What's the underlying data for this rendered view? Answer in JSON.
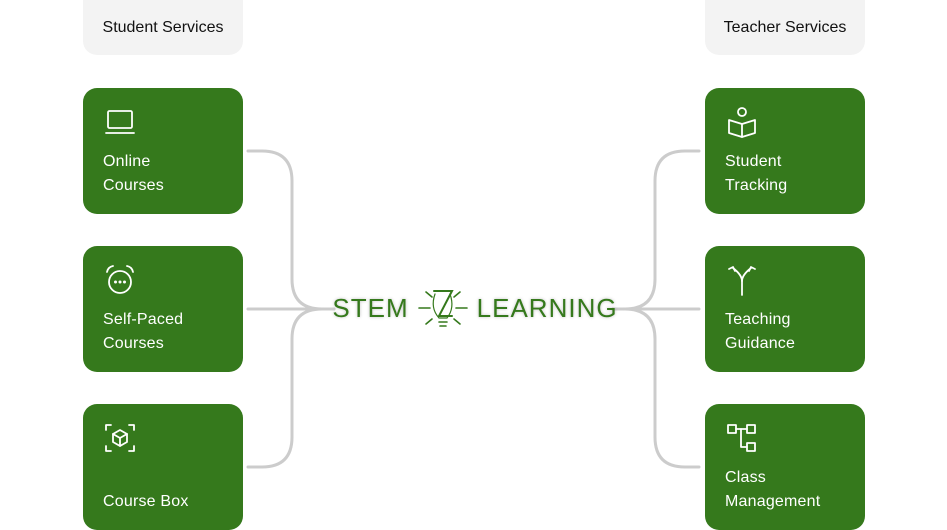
{
  "left_group": {
    "title": "Student Services",
    "items": [
      {
        "label": "Online\nCourses",
        "icon": "laptop-icon"
      },
      {
        "label": "Self-Paced\nCourses",
        "icon": "alarm-clock-icon"
      },
      {
        "label": "Course Box",
        "icon": "cube-icon"
      }
    ]
  },
  "right_group": {
    "title": "Teacher Services",
    "items": [
      {
        "label": "Student\nTracking",
        "icon": "reader-icon"
      },
      {
        "label": "Teaching\nGuidance",
        "icon": "split-arrows-icon"
      },
      {
        "label": "Class\nManagement",
        "icon": "hierarchy-icon"
      }
    ]
  },
  "logo": {
    "left_word": "STEM",
    "right_word": "LEARNING"
  },
  "colors": {
    "card": "#35791c",
    "pill": "#f3f3f3",
    "connector": "#cccccc"
  }
}
